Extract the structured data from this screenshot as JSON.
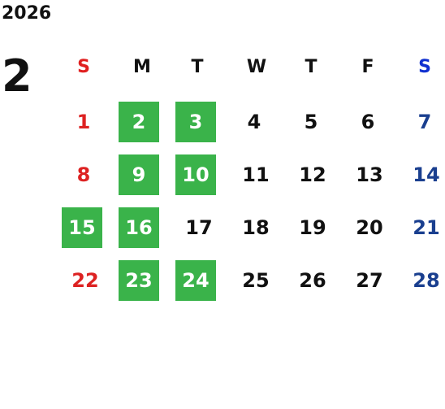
{
  "year": "2026",
  "month": "2",
  "weekdays": [
    "S",
    "M",
    "T",
    "W",
    "T",
    "F",
    "S"
  ],
  "weeks": [
    [
      {
        "d": "1"
      },
      {
        "d": "2",
        "hl": true
      },
      {
        "d": "3",
        "hl": true
      },
      {
        "d": "4"
      },
      {
        "d": "5"
      },
      {
        "d": "6"
      },
      {
        "d": "7"
      }
    ],
    [
      {
        "d": "8"
      },
      {
        "d": "9",
        "hl": true
      },
      {
        "d": "10",
        "hl": true
      },
      {
        "d": "11"
      },
      {
        "d": "12"
      },
      {
        "d": "13"
      },
      {
        "d": "14"
      }
    ],
    [
      {
        "d": "15",
        "hl": true
      },
      {
        "d": "16",
        "hl": true
      },
      {
        "d": "17"
      },
      {
        "d": "18"
      },
      {
        "d": "19"
      },
      {
        "d": "20"
      },
      {
        "d": "21"
      }
    ],
    [
      {
        "d": "22"
      },
      {
        "d": "23",
        "hl": true
      },
      {
        "d": "24",
        "hl": true
      },
      {
        "d": "25"
      },
      {
        "d": "26"
      },
      {
        "d": "27"
      },
      {
        "d": "28"
      }
    ]
  ],
  "colors": {
    "highlight": "#3ab34a",
    "sunday": "#dd2222",
    "saturday": "#1a3f8f",
    "text": "#111111"
  }
}
